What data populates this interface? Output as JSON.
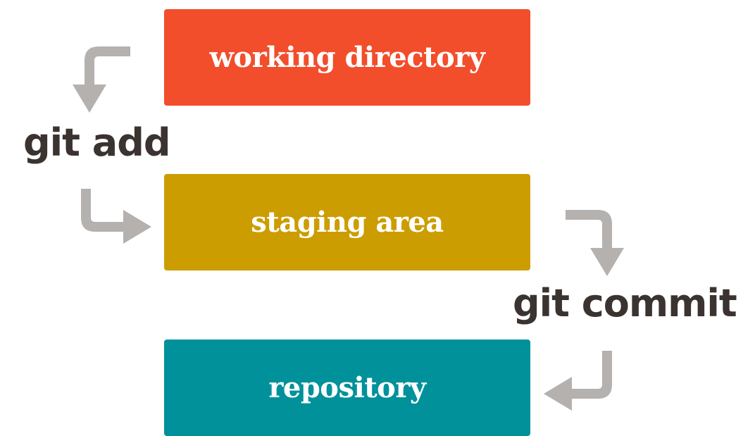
{
  "stages": [
    {
      "label": "working directory",
      "color": "#f24e2b"
    },
    {
      "label": "staging area",
      "color": "#cc9d00"
    },
    {
      "label": "repository",
      "color": "#00919a"
    }
  ],
  "commands": [
    {
      "label": "git add"
    },
    {
      "label": "git commit"
    }
  ],
  "colors": {
    "text_dark": "#3a3330",
    "arrow": "#b4b1ae",
    "box_text": "#ffffff"
  }
}
